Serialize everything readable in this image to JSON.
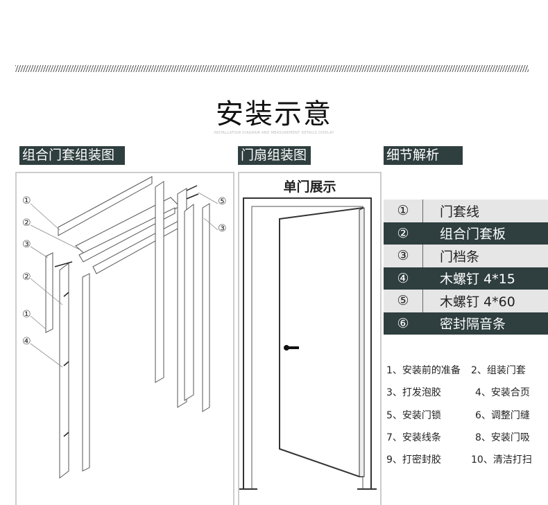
{
  "title": "安装示意",
  "subtitle": "INSTALLATION DIAGRAM AND MEASUREMENT DETAILS DISPLAY",
  "sections": {
    "frame_assembly": "组合门套组装图",
    "door_assembly": "门扇组装图",
    "details": "细节解析"
  },
  "door_panel_title": "单门展示",
  "diagram_labels": [
    "①",
    "②",
    "③",
    "②",
    "①",
    "④",
    "⑤",
    "③"
  ],
  "parts": [
    {
      "num": "①",
      "name": "门套线"
    },
    {
      "num": "②",
      "name": "组合门套板"
    },
    {
      "num": "③",
      "name": "门档条"
    },
    {
      "num": "④",
      "name": "木螺钉 4*15"
    },
    {
      "num": "⑤",
      "name": "木螺钉 4*60"
    },
    {
      "num": "⑥",
      "name": "密封隔音条"
    }
  ],
  "steps": [
    "1、安装前的准备",
    "2、组装门套",
    "3、打发泡胶",
    "4、安装合页",
    "5、安装门锁",
    "6、调整门缝",
    "7、安装线条",
    "8、安装门吸",
    "9、打密封胶",
    "10、清洁打扫"
  ],
  "colors": {
    "header_bg": "#2f3e3e",
    "row_light": "#e6e6e6"
  }
}
